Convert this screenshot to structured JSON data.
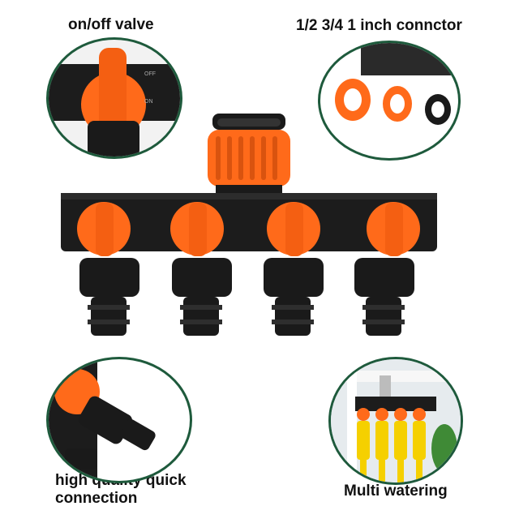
{
  "labels": {
    "valve": "on/off valve",
    "connector": "1/2 3/4 1 inch connctor",
    "quick": "high quality quick connection",
    "multi": "Multi watering"
  },
  "colors": {
    "accent": "#ff6a1a",
    "body": "#1a1a1a",
    "frame": "#1e5a3c",
    "yellow": "#f5d000"
  },
  "handle_marks": {
    "on": "ON",
    "off": "OFF"
  }
}
